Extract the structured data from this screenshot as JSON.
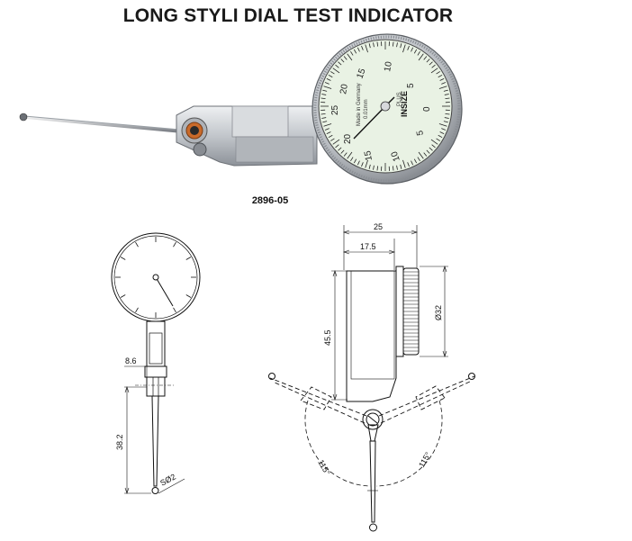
{
  "title": "LONG STYLI DIAL TEST INDICATOR",
  "model": "2896-05",
  "dial": {
    "numbers_top": [
      "15",
      "10",
      "5"
    ],
    "numbers_left": [
      "20",
      "25"
    ],
    "numbers_right": [
      "0",
      "5"
    ],
    "numbers_bottom": [
      "20",
      "15",
      "10"
    ],
    "made_in": "Made in Germany",
    "resolution": "0.01mm",
    "brand": "INSIZE",
    "brand_sub": "PLUS"
  },
  "dimensions": {
    "width_total": "25",
    "width_body": "17.5",
    "height_body": "45.5",
    "dial_dia": "Ø32",
    "shank": "8.6",
    "stylus_length": "38.2",
    "ball_dia": "SØ2",
    "angle_left": "115°",
    "angle_right": "115°"
  },
  "colors": {
    "dial_face": "#e9f2e4",
    "metal": "#c9ccd0",
    "line": "#111111"
  }
}
